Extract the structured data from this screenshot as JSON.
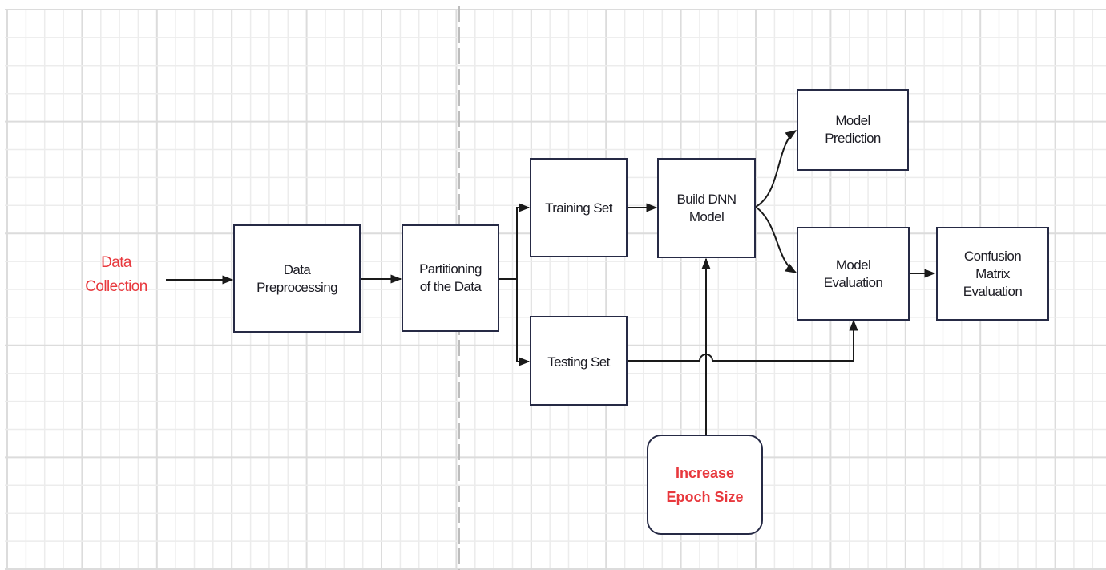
{
  "diagram": {
    "type": "flowchart",
    "colors": {
      "accent_text": "#e8383d",
      "box_border": "#262a45",
      "connector": "#1a1a1a",
      "grid_major": "#dcdcdc",
      "grid_minor": "#ececec",
      "divider": "#bdbdbd"
    },
    "nodes": [
      {
        "id": "data-collection",
        "lines": [
          "Data",
          "Collection"
        ],
        "style": "plain-red-text"
      },
      {
        "id": "data-preprocessing",
        "lines": [
          "Data",
          "Preprocessing"
        ],
        "style": "box"
      },
      {
        "id": "partitioning",
        "lines": [
          "Partitioning",
          "of the Data"
        ],
        "style": "box"
      },
      {
        "id": "training-set",
        "lines": [
          "Training Set"
        ],
        "style": "box"
      },
      {
        "id": "testing-set",
        "lines": [
          "Testing Set"
        ],
        "style": "box"
      },
      {
        "id": "build-dnn",
        "lines": [
          "Build DNN",
          "Model"
        ],
        "style": "box"
      },
      {
        "id": "model-prediction",
        "lines": [
          "Model",
          "Prediction"
        ],
        "style": "box"
      },
      {
        "id": "model-evaluation",
        "lines": [
          "Model",
          "Evaluation"
        ],
        "style": "box"
      },
      {
        "id": "confusion-matrix",
        "lines": [
          "Confusion",
          "Matrix",
          "Evaluation"
        ],
        "style": "box"
      },
      {
        "id": "increase-epoch",
        "lines": [
          "Increase",
          "Epoch Size"
        ],
        "style": "rounded-red-bold"
      }
    ],
    "edges": [
      {
        "from": "data-collection",
        "to": "data-preprocessing"
      },
      {
        "from": "data-preprocessing",
        "to": "partitioning"
      },
      {
        "from": "partitioning",
        "to": "training-set"
      },
      {
        "from": "partitioning",
        "to": "testing-set"
      },
      {
        "from": "training-set",
        "to": "build-dnn"
      },
      {
        "from": "build-dnn",
        "to": "model-prediction",
        "curved": true
      },
      {
        "from": "build-dnn",
        "to": "model-evaluation",
        "curved": true
      },
      {
        "from": "model-evaluation",
        "to": "confusion-matrix"
      },
      {
        "from": "testing-set",
        "to": "model-evaluation",
        "line_jump": true
      },
      {
        "from": "increase-epoch",
        "to": "build-dnn"
      }
    ]
  }
}
